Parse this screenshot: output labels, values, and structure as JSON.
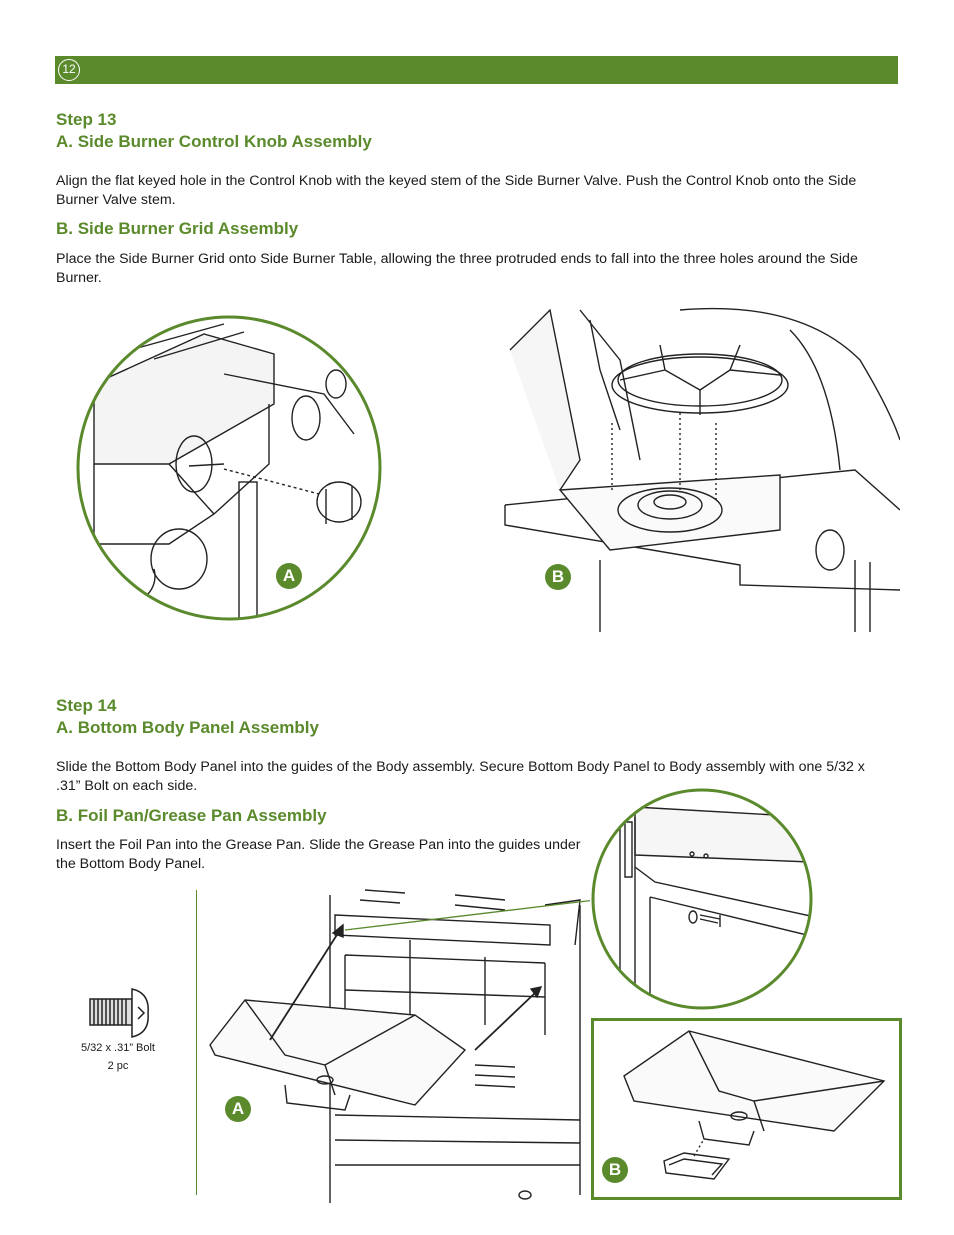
{
  "header": {
    "page_number": "12",
    "bar_color": "#5a8a2c"
  },
  "step13": {
    "title": "Step 13",
    "a_heading": "A. Side Burner Control Knob Assembly",
    "a_text": "Align the flat keyed hole in the Control Knob with the keyed stem of the Side Burner Valve. Push the Control Knob onto the Side Burner Valve stem.",
    "b_heading": "B. Side Burner Grid Assembly",
    "b_text": "Place the Side Burner Grid onto Side Burner Table, allowing the three protruded ends to fall into the three holes around the Side Burner."
  },
  "step14": {
    "title": "Step 14",
    "a_heading": "A. Bottom Body Panel Assembly",
    "a_text": "Slide the Bottom Body Panel into the guides of the Body assembly. Secure Bottom Body Panel to Body assembly with one 5/32 x .31” Bolt on each side.",
    "b_heading": "B. Foil Pan/Grease Pan Assembly",
    "b_text": "Insert the Foil Pan into the Grease Pan. Slide the Grease Pan into the guides under the Bottom Body Panel."
  },
  "figures": {
    "callout_a": "A",
    "callout_b": "B",
    "bolt_size": "5/32 x .31” Bolt",
    "bolt_qty": "2 pc"
  },
  "colors": {
    "accent": "#5a8a2c",
    "line_art": "#222222"
  }
}
